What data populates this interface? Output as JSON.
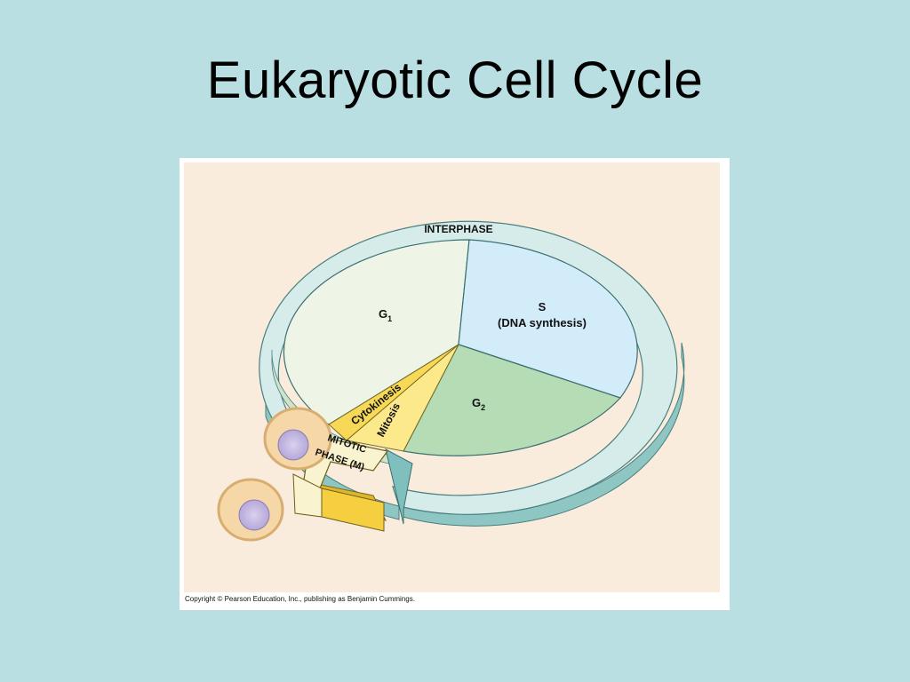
{
  "slide": {
    "title": "Eukaryotic Cell Cycle"
  },
  "diagram": {
    "ring_label": "INTERPHASE",
    "phases": {
      "g1": {
        "letter": "G",
        "sub": "1"
      },
      "s": {
        "line1": "S",
        "line2": "(DNA synthesis)"
      },
      "g2": {
        "letter": "G",
        "sub": "2"
      }
    },
    "mitotic": {
      "cytokinesis": "Cytokinesis",
      "mitosis": "Mitosis",
      "arrow_line1": "MITOTIC",
      "arrow_line2": "PHASE (M)"
    },
    "copyright": "Copyright © Pearson Education, Inc., publishing as Benjamin Cummings."
  },
  "colors": {
    "background": "#b9dfe2",
    "panel": "#f9ecdc",
    "ring": "#d6ecea",
    "g1": "#eef5e6",
    "s": "#d3ecfa",
    "g2": "#b5dcb4",
    "mitotic": "#f7d957",
    "cell": "#f6d8a8"
  }
}
